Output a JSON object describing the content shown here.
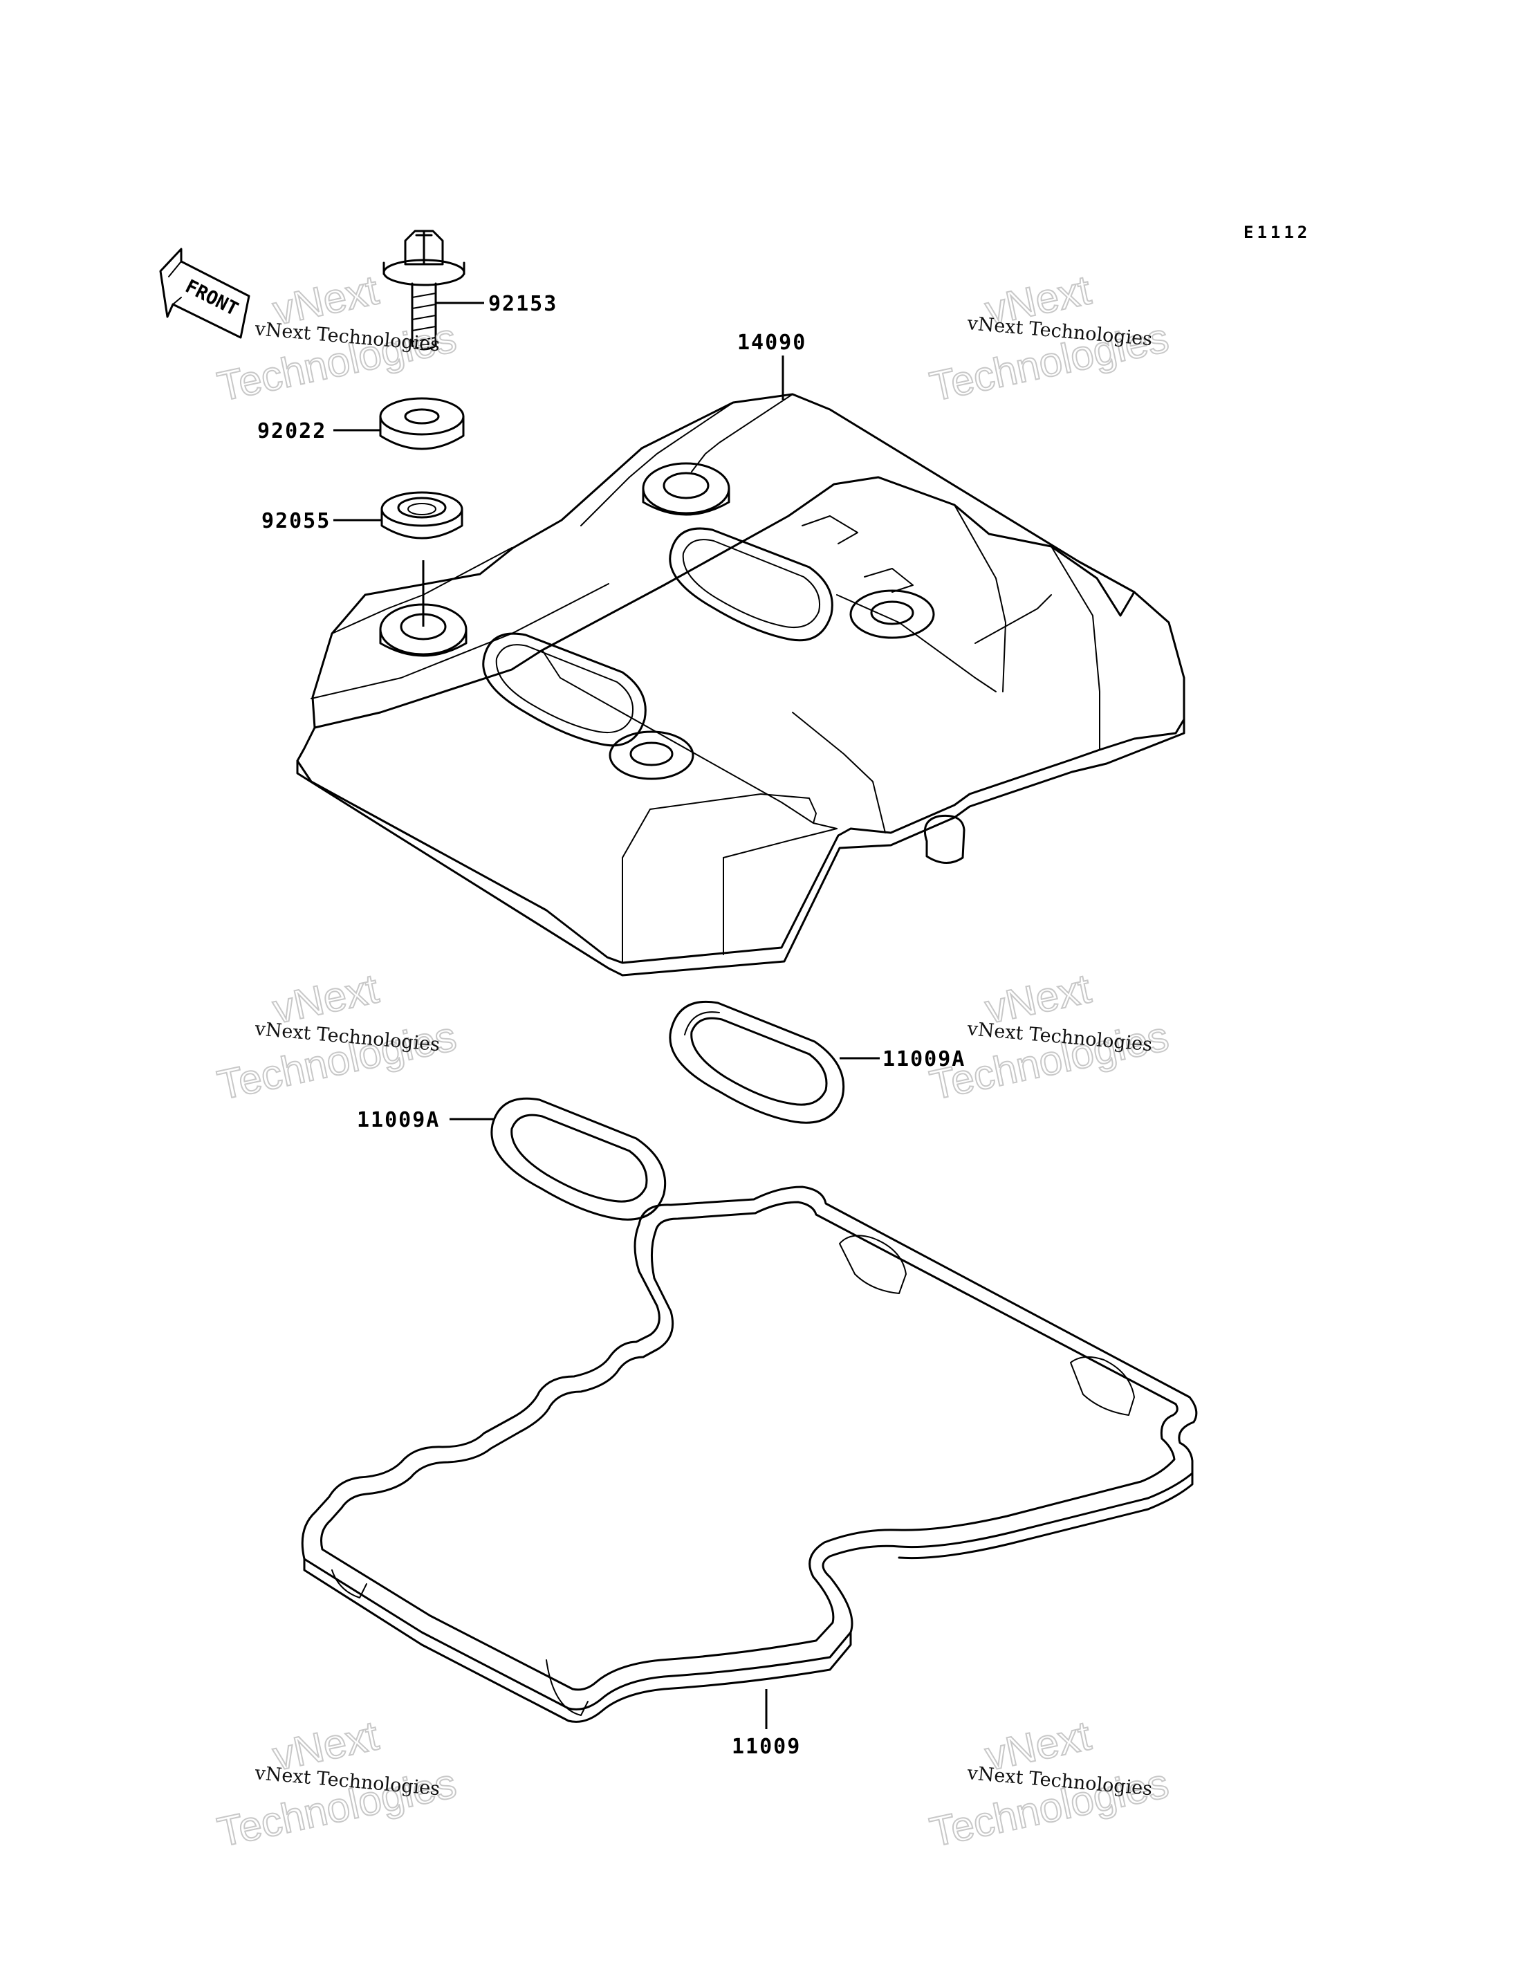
{
  "diagram_code": "E1112",
  "front_marker": "FRONT",
  "watermark": {
    "line1": "vNext Technologies",
    "line2": "vNext",
    "line3": "Technologies"
  },
  "parts": [
    {
      "number": "92153"
    },
    {
      "number": "92022"
    },
    {
      "number": "92055"
    },
    {
      "number": "14090"
    },
    {
      "number": "11009A"
    },
    {
      "number": "11009A"
    },
    {
      "number": "11009"
    }
  ]
}
